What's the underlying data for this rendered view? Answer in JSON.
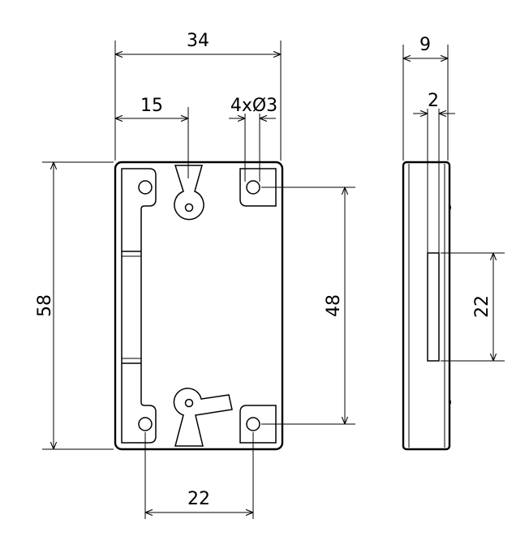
{
  "drawing": {
    "dimensions": {
      "front_width": "34",
      "left_offset": "15",
      "holes": "4xØ3",
      "front_height": "58",
      "hole_spacing_vertical": "48",
      "hole_spacing_horizontal": "22",
      "side_depth": "9",
      "side_step": "2",
      "side_slot_height": "22"
    },
    "colors": {
      "line": "#000000",
      "background": "#ffffff"
    }
  }
}
